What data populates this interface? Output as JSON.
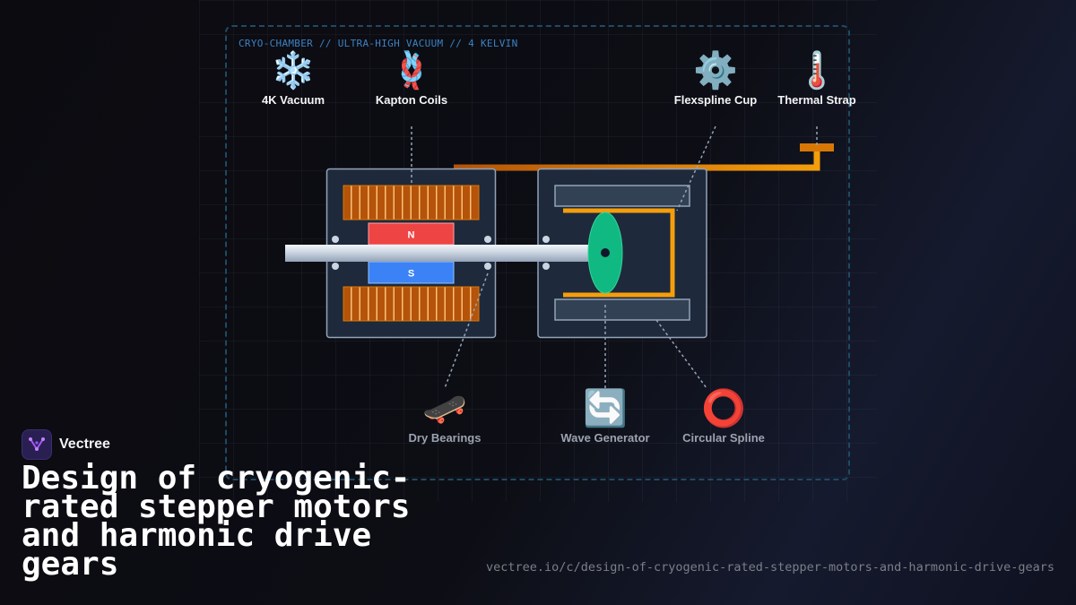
{
  "chamber": {
    "label": "CRYO-CHAMBER // ULTRA-HIGH VACUUM // 4 KELVIN"
  },
  "components_top": [
    {
      "name": "4k-vacuum",
      "emoji": "❄️",
      "label": "4K Vacuum"
    },
    {
      "name": "kapton-coils",
      "emoji": "🪢",
      "label": "Kapton Coils"
    },
    {
      "name": "flexspline-cup",
      "emoji": "⚙️",
      "label": "Flexspline Cup"
    },
    {
      "name": "thermal-strap",
      "emoji": "🌡️",
      "label": "Thermal Strap"
    }
  ],
  "components_bottom": [
    {
      "name": "dry-bearings",
      "emoji": "🛹",
      "label": "Dry Bearings"
    },
    {
      "name": "wave-generator",
      "emoji": "🔄",
      "label": "Wave Generator"
    },
    {
      "name": "circular-spline",
      "emoji": "⭕",
      "label": "Circular Spline"
    }
  ],
  "motor": {
    "north_label": "N",
    "south_label": "S"
  },
  "colors": {
    "coil": "#b45309",
    "magnet_north": "#ef4444",
    "magnet_south": "#3b82f6",
    "flexspline": "#f59e0b",
    "wave_generator": "#10b981",
    "thermal_strap": "#d97706",
    "housing": "#1e293b"
  },
  "brand": {
    "name": "Vectree",
    "logo_icon": "vectree-logo-icon"
  },
  "page": {
    "title": "Design of cryogenic-rated stepper motors and harmonic drive gears",
    "url": "vectree.io/c/design-of-cryogenic-rated-stepper-motors-and-harmonic-drive-gears"
  }
}
